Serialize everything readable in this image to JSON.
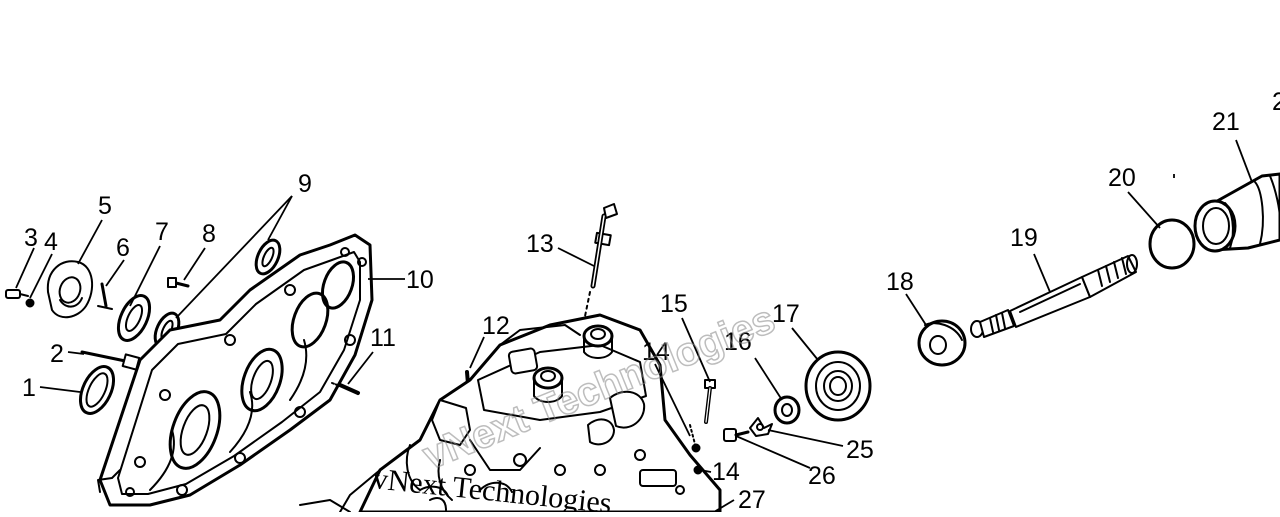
{
  "diagram": {
    "callouts": [
      {
        "id": "c1",
        "label": "1"
      },
      {
        "id": "c2",
        "label": "2"
      },
      {
        "id": "c3",
        "label": "3"
      },
      {
        "id": "c4",
        "label": "4"
      },
      {
        "id": "c5",
        "label": "5"
      },
      {
        "id": "c6",
        "label": "6"
      },
      {
        "id": "c7",
        "label": "7"
      },
      {
        "id": "c8",
        "label": "8"
      },
      {
        "id": "c9",
        "label": "9"
      },
      {
        "id": "c10",
        "label": "10"
      },
      {
        "id": "c11",
        "label": "11"
      },
      {
        "id": "c12",
        "label": "12"
      },
      {
        "id": "c13",
        "label": "13"
      },
      {
        "id": "c14a",
        "label": "14"
      },
      {
        "id": "c14b",
        "label": "14"
      },
      {
        "id": "c15",
        "label": "15"
      },
      {
        "id": "c16",
        "label": "16"
      },
      {
        "id": "c17",
        "label": "17"
      },
      {
        "id": "c18",
        "label": "18"
      },
      {
        "id": "c19",
        "label": "19"
      },
      {
        "id": "c20",
        "label": "20"
      },
      {
        "id": "c21",
        "label": "21"
      },
      {
        "id": "c22",
        "label": "2"
      },
      {
        "id": "c25",
        "label": "25"
      },
      {
        "id": "c26",
        "label": "26"
      },
      {
        "id": "c27",
        "label": "27"
      }
    ],
    "watermark": {
      "text": "vNext Technologies",
      "logo_text": "vNext Technologies"
    }
  }
}
